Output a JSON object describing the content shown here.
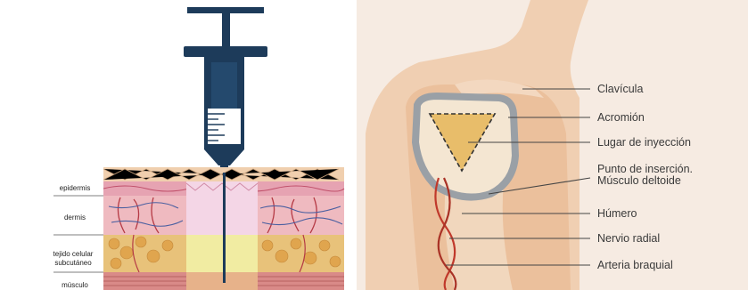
{
  "left_diagram": {
    "layers": {
      "epidermis": "epidermis",
      "dermis": "dermis",
      "subcutaneous_1": "tejido celular",
      "subcutaneous_2": "subcutáneo",
      "muscle": "músculo"
    }
  },
  "right_diagram": {
    "labels": {
      "clavicle": "Clavícula",
      "acromion": "Acromión",
      "injection_site": "Lugar de inyección",
      "insertion_1": "Punto de inserción.",
      "insertion_2": "Músculo deltoide",
      "humerus": "Húmero",
      "radial_nerve": "Nervio radial",
      "brachial_artery": "Arteria braquial"
    }
  }
}
